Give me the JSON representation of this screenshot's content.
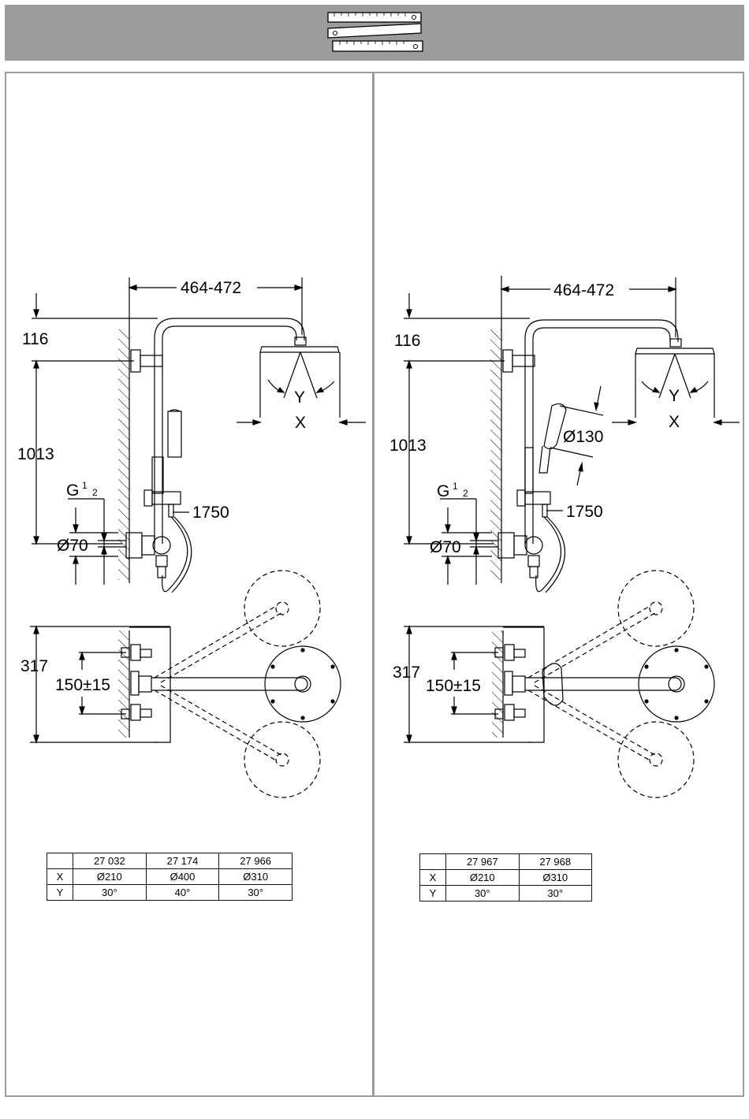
{
  "header": {
    "icon": "folding-ruler-icon"
  },
  "drawings": {
    "left": {
      "width_dim": "464-472",
      "top_dim": "116",
      "height_dim": "1013",
      "thread": "G",
      "thread_num": "1",
      "thread_den": "2",
      "inlet_dia": "Ø70",
      "hose": "1750",
      "angle_label": "Y",
      "dia_label": "X",
      "plan_depth": "317",
      "plan_spacing": "150±15"
    },
    "right": {
      "width_dim": "464-472",
      "top_dim": "116",
      "height_dim": "1013",
      "thread": "G",
      "thread_num": "1",
      "thread_den": "2",
      "inlet_dia": "Ø70",
      "hose": "1750",
      "handshower_dia": "Ø130",
      "angle_label": "Y",
      "dia_label": "X",
      "plan_depth": "317",
      "plan_spacing": "150±15"
    }
  },
  "table_left": {
    "header": [
      "",
      "27 032",
      "27 174",
      "27 966"
    ],
    "rows": [
      [
        "X",
        "Ø210",
        "Ø400",
        "Ø310"
      ],
      [
        "Y",
        "30°",
        "40°",
        "30°"
      ]
    ]
  },
  "table_right": {
    "header": [
      "",
      "27 967",
      "27 968"
    ],
    "rows": [
      [
        "X",
        "Ø210",
        "Ø310"
      ],
      [
        "Y",
        "30°",
        "30°"
      ]
    ]
  }
}
